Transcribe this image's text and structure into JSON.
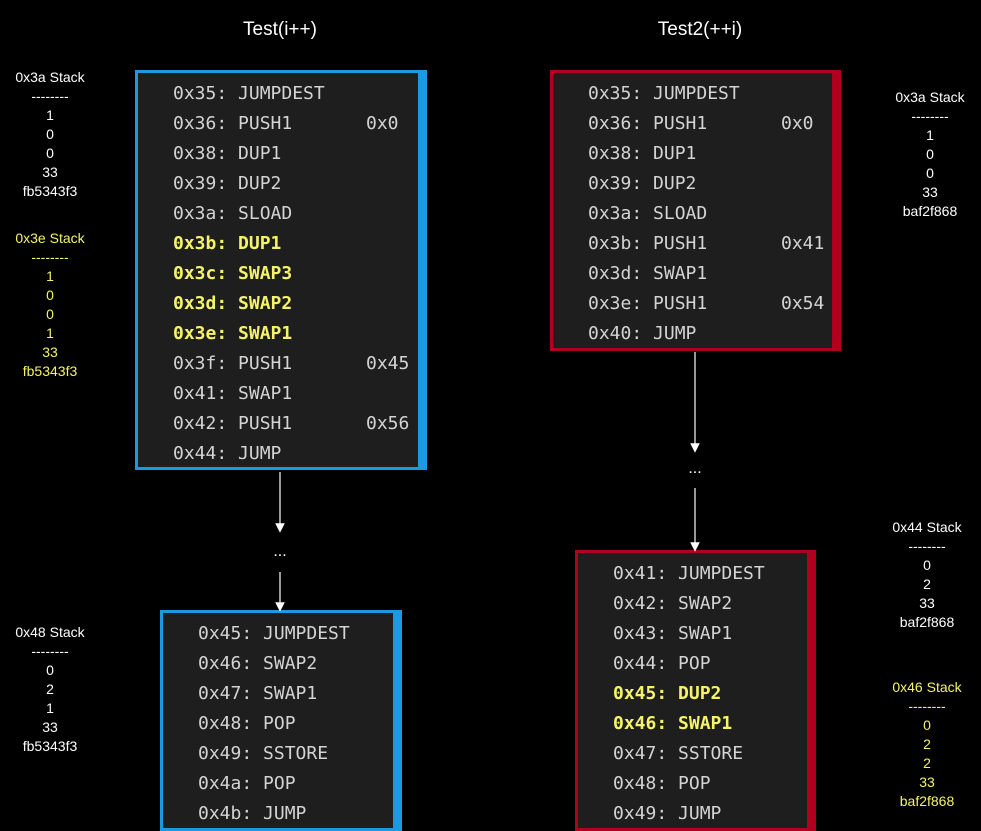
{
  "titles": {
    "left": "Test(i++)",
    "right": "Test2(++i)"
  },
  "blocks": {
    "left_top": [
      {
        "addr": "0x35:",
        "op": "JUMPDEST",
        "arg": "",
        "hl": false
      },
      {
        "addr": "0x36:",
        "op": "PUSH1",
        "arg": "0x0",
        "hl": false
      },
      {
        "addr": "0x38:",
        "op": "DUP1",
        "arg": "",
        "hl": false
      },
      {
        "addr": "0x39:",
        "op": "DUP2",
        "arg": "",
        "hl": false
      },
      {
        "addr": "0x3a:",
        "op": "SLOAD",
        "arg": "",
        "hl": false
      },
      {
        "addr": "0x3b:",
        "op": "DUP1",
        "arg": "",
        "hl": true
      },
      {
        "addr": "0x3c:",
        "op": "SWAP3",
        "arg": "",
        "hl": true
      },
      {
        "addr": "0x3d:",
        "op": "SWAP2",
        "arg": "",
        "hl": true
      },
      {
        "addr": "0x3e:",
        "op": "SWAP1",
        "arg": "",
        "hl": true
      },
      {
        "addr": "0x3f:",
        "op": "PUSH1",
        "arg": "0x45",
        "hl": false
      },
      {
        "addr": "0x41:",
        "op": "SWAP1",
        "arg": "",
        "hl": false
      },
      {
        "addr": "0x42:",
        "op": "PUSH1",
        "arg": "0x56",
        "hl": false
      },
      {
        "addr": "0x44:",
        "op": "JUMP",
        "arg": "",
        "hl": false
      }
    ],
    "left_bottom": [
      {
        "addr": "0x45:",
        "op": "JUMPDEST",
        "arg": "",
        "hl": false
      },
      {
        "addr": "0x46:",
        "op": "SWAP2",
        "arg": "",
        "hl": false
      },
      {
        "addr": "0x47:",
        "op": "SWAP1",
        "arg": "",
        "hl": false
      },
      {
        "addr": "0x48:",
        "op": "POP",
        "arg": "",
        "hl": false
      },
      {
        "addr": "0x49:",
        "op": "SSTORE",
        "arg": "",
        "hl": false
      },
      {
        "addr": "0x4a:",
        "op": "POP",
        "arg": "",
        "hl": false
      },
      {
        "addr": "0x4b:",
        "op": "JUMP",
        "arg": "",
        "hl": false
      }
    ],
    "right_top": [
      {
        "addr": "0x35:",
        "op": "JUMPDEST",
        "arg": "",
        "hl": false
      },
      {
        "addr": "0x36:",
        "op": "PUSH1",
        "arg": "0x0",
        "hl": false
      },
      {
        "addr": "0x38:",
        "op": "DUP1",
        "arg": "",
        "hl": false
      },
      {
        "addr": "0x39:",
        "op": "DUP2",
        "arg": "",
        "hl": false
      },
      {
        "addr": "0x3a:",
        "op": "SLOAD",
        "arg": "",
        "hl": false
      },
      {
        "addr": "0x3b:",
        "op": "PUSH1",
        "arg": "0x41",
        "hl": false
      },
      {
        "addr": "0x3d:",
        "op": "SWAP1",
        "arg": "",
        "hl": false
      },
      {
        "addr": "0x3e:",
        "op": "PUSH1",
        "arg": "0x54",
        "hl": false
      },
      {
        "addr": "0x40:",
        "op": "JUMP",
        "arg": "",
        "hl": false
      }
    ],
    "right_bottom": [
      {
        "addr": "0x41:",
        "op": "JUMPDEST",
        "arg": "",
        "hl": false
      },
      {
        "addr": "0x42:",
        "op": "SWAP2",
        "arg": "",
        "hl": false
      },
      {
        "addr": "0x43:",
        "op": "SWAP1",
        "arg": "",
        "hl": false
      },
      {
        "addr": "0x44:",
        "op": "POP",
        "arg": "",
        "hl": false
      },
      {
        "addr": "0x45:",
        "op": "DUP2",
        "arg": "",
        "hl": true
      },
      {
        "addr": "0x46:",
        "op": "SWAP1",
        "arg": "",
        "hl": true
      },
      {
        "addr": "0x47:",
        "op": "SSTORE",
        "arg": "",
        "hl": false
      },
      {
        "addr": "0x48:",
        "op": "POP",
        "arg": "",
        "hl": false
      },
      {
        "addr": "0x49:",
        "op": "JUMP",
        "arg": "",
        "hl": false
      }
    ]
  },
  "stacks": {
    "left_3a": {
      "title": "0x3a Stack",
      "sep": "--------",
      "values": [
        "1",
        "0",
        "0",
        "33",
        "fb5343f3"
      ]
    },
    "left_3e": {
      "title": "0x3e Stack",
      "sep": "--------",
      "values": [
        "1",
        "0",
        "0",
        "1",
        "33",
        "fb5343f3"
      ]
    },
    "left_48": {
      "title": "0x48 Stack",
      "sep": "--------",
      "values": [
        "0",
        "2",
        "1",
        "33",
        "fb5343f3"
      ]
    },
    "right_3a": {
      "title": "0x3a Stack",
      "sep": "--------",
      "values": [
        "1",
        "0",
        "0",
        "33",
        "baf2f868"
      ]
    },
    "right_44": {
      "title": "0x44 Stack",
      "sep": "--------",
      "values": [
        "0",
        "2",
        "33",
        "baf2f868"
      ]
    },
    "right_46": {
      "title": "0x46 Stack",
      "sep": "--------",
      "values": [
        "0",
        "2",
        "2",
        "33",
        "baf2f868"
      ]
    }
  },
  "ellipsis": "...",
  "colors": {
    "blue": "#1a9be0",
    "red": "#b0001e",
    "highlight": "#f5f36a",
    "code_bg": "#1e1e1e"
  }
}
